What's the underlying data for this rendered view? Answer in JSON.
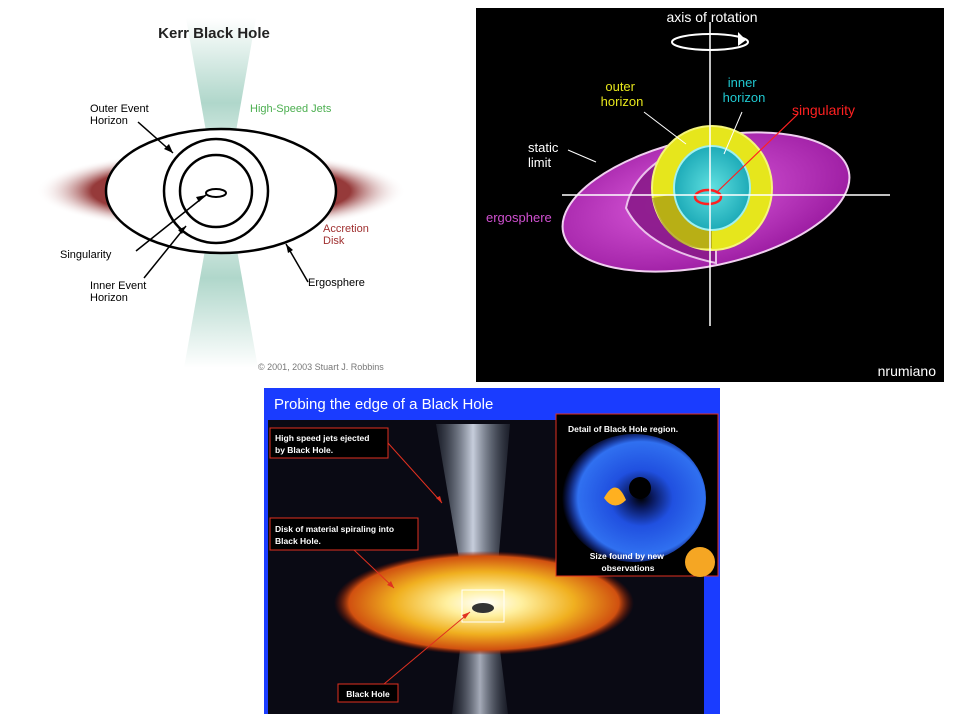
{
  "kerr": {
    "title": "Kerr Black Hole",
    "outer_event_horizon": [
      "Outer Event",
      "Horizon"
    ],
    "high_speed_jets": "High-Speed Jets",
    "accretion_disk": [
      "Accretion",
      "Disk"
    ],
    "singularity": "Singularity",
    "inner_event_horizon": [
      "Inner Event",
      "Horizon"
    ],
    "ergosphere": "Ergosphere",
    "copyright": "© 2001, 2003 Stuart J. Robbins",
    "colors": {
      "jets": "#4caf50",
      "disk": "#8b1a1a",
      "lines": "#000000"
    }
  },
  "rotation": {
    "axis_of_rotation": "axis of rotation",
    "outer_horizon": [
      "outer",
      "horizon"
    ],
    "inner_horizon": [
      "inner",
      "horizon"
    ],
    "singularity": "singularity",
    "static_limit": [
      "static",
      "limit"
    ],
    "ergosphere": "ergosphere",
    "credit": "nrumiano",
    "colors": {
      "ergo": "#c030c0",
      "outer": "#e8e820",
      "inner": "#20c8d0",
      "singularity": "#ff2020"
    }
  },
  "probe": {
    "title": "Probing the edge of a Black Hole",
    "jets_callout": [
      "High speed jets ejected",
      "by Black Hole."
    ],
    "disk_callout": [
      "Disk of material spiraling into",
      "Black Hole."
    ],
    "detail_callout": "Detail of Black Hole region.",
    "size_callout": [
      "Size found by new",
      "observations"
    ],
    "black_hole_callout": "Black Hole",
    "colors": {
      "header": "#1a3cff",
      "callout_border": "#e03020"
    }
  }
}
